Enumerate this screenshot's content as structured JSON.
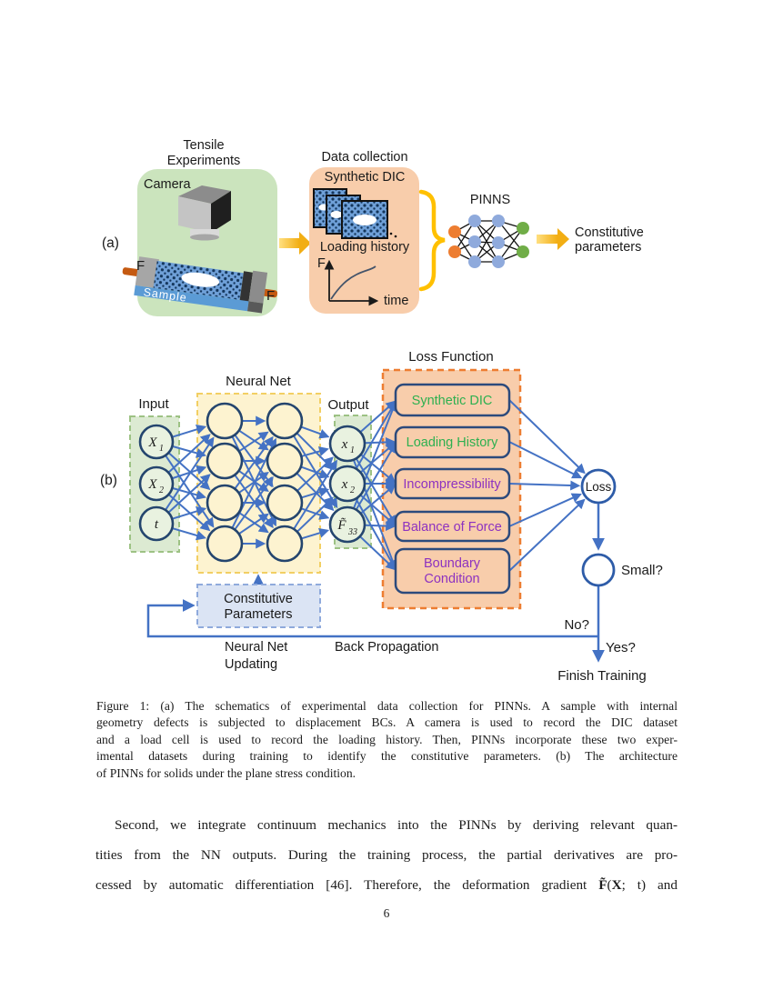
{
  "page": {
    "number": "6"
  },
  "figure": {
    "panel_a": {
      "label": "(a)",
      "title_line1": "Tensile",
      "title_line2": "Experiments",
      "camera_label": "Camera",
      "force_left": "F",
      "force_right": "F",
      "sample_label": "Sample",
      "data_collection_title": "Data collection",
      "synthetic_dic_label": "Synthetic DIC",
      "loading_history_label": "Loading history",
      "graph_y_label": "F",
      "graph_x_label": "time",
      "pinns_label": "PINNS",
      "result_line1": "Constitutive",
      "result_line2": "parameters"
    },
    "panel_b": {
      "label": "(b)",
      "input_title": "Input",
      "neural_net_title": "Neural Net",
      "output_title": "Output",
      "loss_function_title": "Loss Function",
      "input_nodes": [
        {
          "base": "X",
          "sub": "1"
        },
        {
          "base": "X",
          "sub": "2"
        },
        {
          "base": "t",
          "sub": ""
        }
      ],
      "output_nodes": [
        {
          "base": "x",
          "sub": "1"
        },
        {
          "base": "x",
          "sub": "2"
        },
        {
          "base": "F̃",
          "sub": "33"
        }
      ],
      "loss_terms": [
        {
          "line1": "Synthetic DIC",
          "line2": ""
        },
        {
          "line1": "Loading History",
          "line2": ""
        },
        {
          "line1": "Incompressibility",
          "line2": ""
        },
        {
          "line1": "Balance of Force",
          "line2": ""
        },
        {
          "line1": "Boundary",
          "line2": "Condition"
        }
      ],
      "loss_node_label": "Loss",
      "small_label": "Small?",
      "no_label": "No?",
      "yes_label": "Yes?",
      "finish_label": "Finish Training",
      "constitutive_line1": "Constitutive",
      "constitutive_line2": "Parameters",
      "updating_line1": "Neural Net",
      "updating_line2": "Updating",
      "back_propagation_label": "Back Propagation"
    },
    "colors": {
      "connection_blue": "#4472c4",
      "navy_border": "#2c4a7c",
      "gold": "#ffc000",
      "orange_accent": "#ed7d31",
      "light_orange_fill": "#f8cdab",
      "light_green_a": "#cbe4bd",
      "light_green_b": "#dcead2",
      "pale_yellow": "#fdf3d0",
      "pale_blue": "#dbe4f4",
      "node_blue": "#8faadc",
      "node_green": "#70ad47",
      "node_orange": "#ed7d31",
      "loss_text_green": "#2eb050",
      "loss_text_purple": "#8d32c0",
      "speckle_blue": "#6fa0d8",
      "sample_blue": "#5b9bd5"
    }
  },
  "caption": {
    "lines": [
      "Figure 1: (a) The schematics of experimental data collection for PINNs. A sample with internal",
      "geometry defects is subjected to displacement BCs. A camera is used to record the DIC dataset",
      "and a load cell is used to record the loading history. Then, PINNs incorporate these two exper-",
      "imental datasets during training to identify the constitutive parameters. (b) The architecture",
      "of PINNs for solids under the plane stress condition."
    ]
  },
  "body": {
    "line1": "Second, we integrate continuum mechanics into the PINNs by deriving relevant quan-",
    "line2": "tities from the NN outputs. During the training process, the partial derivatives are pro-",
    "line3_pre": "cessed by automatic differentiation [46]. Therefore, the deformation gradient ",
    "line3_F": "F̃",
    "line3_paren": "(",
    "line3_X": "X",
    "line3_tail": "; t) and"
  }
}
